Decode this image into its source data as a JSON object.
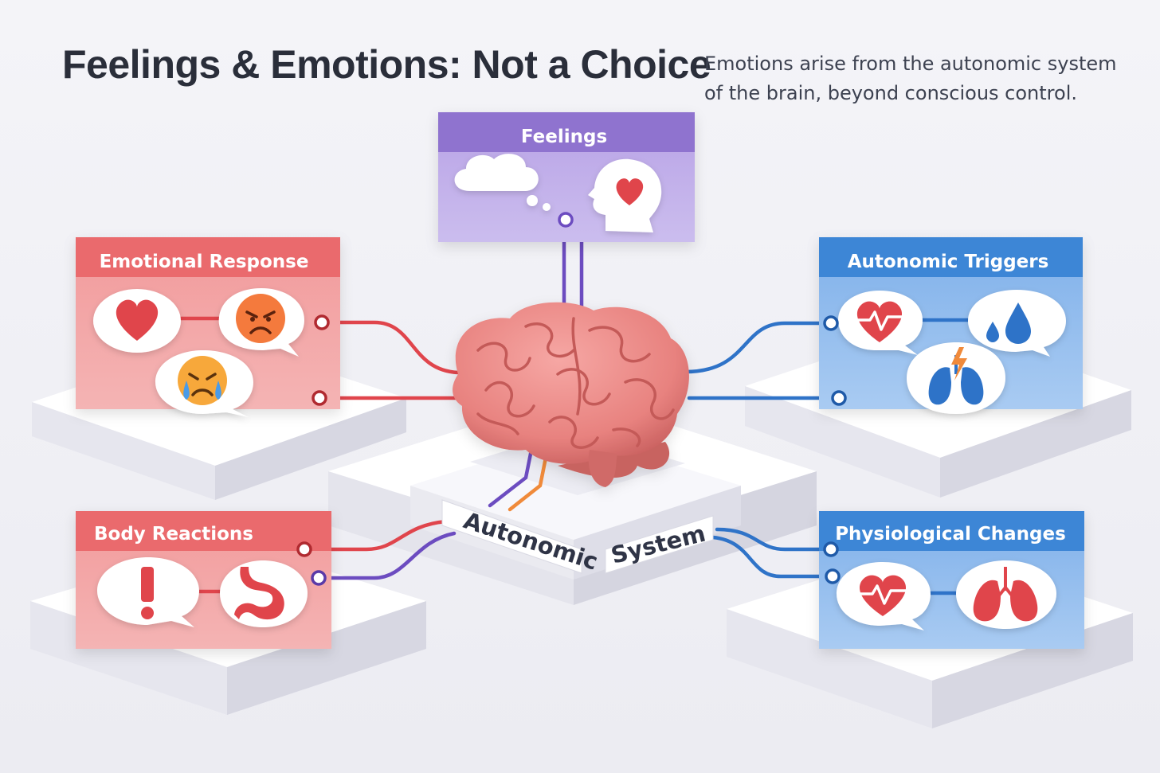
{
  "title": "Feelings & Emotions: Not a Choice",
  "subtitle_line1": "Emotions arise from the autonomic system",
  "subtitle_line2": "of the brain, beyond conscious control.",
  "center": {
    "label_word1": "Autonomic",
    "label_word2": "System",
    "icon": "brain-icon"
  },
  "panels": {
    "feelings": {
      "title": "Feelings",
      "color": "#8f73cf",
      "icons": [
        "thought-bubble-icon",
        "head-with-heart-icon"
      ]
    },
    "emotional_response": {
      "title": "Emotional Response",
      "color": "#e4575c",
      "icons": [
        "heart-icon",
        "angry-face-icon",
        "crying-face-icon"
      ]
    },
    "autonomic_triggers": {
      "title": "Autonomic Triggers",
      "color": "#3d86d6",
      "icons": [
        "heartbeat-icon",
        "sweat-drops-icon",
        "lungs-stress-icon"
      ]
    },
    "body_reactions": {
      "title": "Body Reactions",
      "color": "#e4575c",
      "icons": [
        "exclamation-icon",
        "stomach-icon"
      ]
    },
    "physiological_changes": {
      "title": "Physiological Changes",
      "color": "#3d86d6",
      "icons": [
        "heartbeat-icon",
        "lungs-icon"
      ]
    }
  },
  "colors": {
    "red": "#e0454c",
    "blue": "#2f73c8",
    "purple": "#6c4cc0",
    "orange": "#f08a3a"
  }
}
